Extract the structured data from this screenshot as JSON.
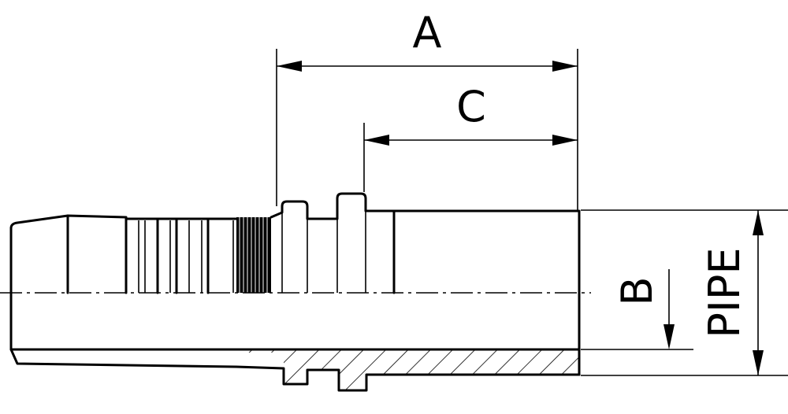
{
  "labels": {
    "a": "A",
    "b": "B",
    "c": "C",
    "pipe": "PIPE"
  },
  "colors": {
    "line": "#000000",
    "background": "#ffffff"
  }
}
